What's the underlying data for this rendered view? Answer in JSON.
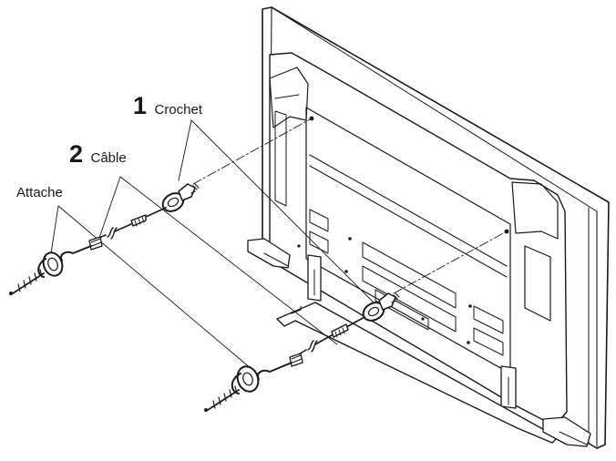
{
  "labels": {
    "hook": {
      "number": "1",
      "text": "Crochet"
    },
    "cable": {
      "number": "2",
      "text": "Câble"
    },
    "clip": {
      "text": "Attache"
    }
  },
  "colors": {
    "line": "#1a1a1a",
    "background": "#ffffff"
  }
}
